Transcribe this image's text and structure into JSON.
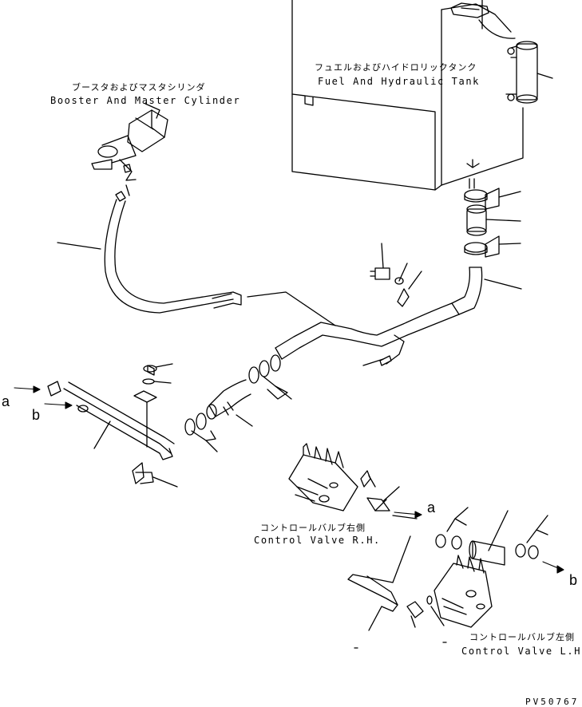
{
  "labels": {
    "fuel_tank_jp": "フュエルおよびハイドロリックタンク",
    "fuel_tank_en": "Fuel And Hydraulic Tank",
    "booster_jp": "ブースタおよびマスタシリンダ",
    "booster_en": "Booster And Master Cylinder",
    "cv_rh_jp": "コントロールバルブ右側",
    "cv_rh_en": "Control Valve R.H.",
    "cv_lh_jp": "コントロールバルブ左側",
    "cv_lh_en": "Control Valve L.H."
  },
  "markers": {
    "a_left": "a",
    "b_left": "b",
    "a_right": "a",
    "b_right": "b"
  },
  "drawing_code": "PV50767",
  "colors": {
    "line": "#000000",
    "background": "#ffffff"
  }
}
